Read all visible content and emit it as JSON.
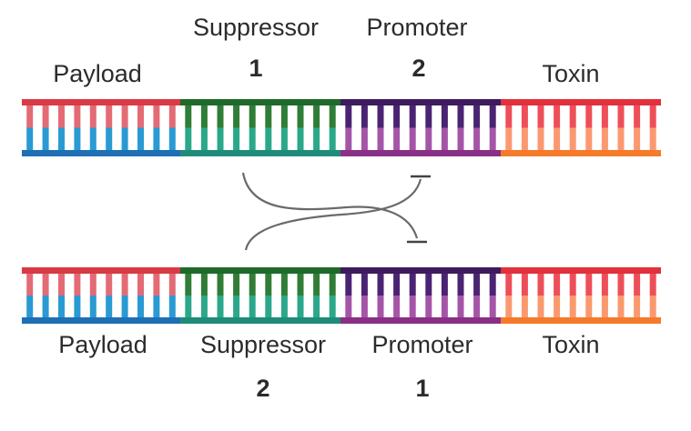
{
  "top": {
    "labels": {
      "payload": "Payload",
      "suppressor": "Suppressor",
      "promoter": "Promoter",
      "toxin": "Toxin"
    },
    "numbers": {
      "suppressor": "1",
      "promoter": "2"
    }
  },
  "bottom": {
    "labels": {
      "payload": "Payload",
      "suppressor": "Suppressor",
      "promoter": "Promoter",
      "toxin": "Toxin"
    },
    "numbers": {
      "suppressor": "2",
      "promoter": "1"
    }
  },
  "segments": [
    {
      "name": "payload",
      "top_strand": "#d93a44",
      "bottom_strand": "#1f6fb5",
      "upper_rung": "#e36b76",
      "lower_rung": "#2a9ad3"
    },
    {
      "name": "suppressor",
      "top_strand": "#1f6a2a",
      "bottom_strand": "#1f8c7a",
      "upper_rung": "#2f7d36",
      "lower_rung": "#2aa889"
    },
    {
      "name": "promoter",
      "top_strand": "#3d1b5c",
      "bottom_strand": "#8a2f86",
      "upper_rung": "#4a2472",
      "lower_rung": "#a555a8"
    },
    {
      "name": "toxin",
      "top_strand": "#e0313c",
      "bottom_strand": "#f57a2a",
      "upper_rung": "#ee4e5a",
      "lower_rung": "#fa9970"
    }
  ]
}
